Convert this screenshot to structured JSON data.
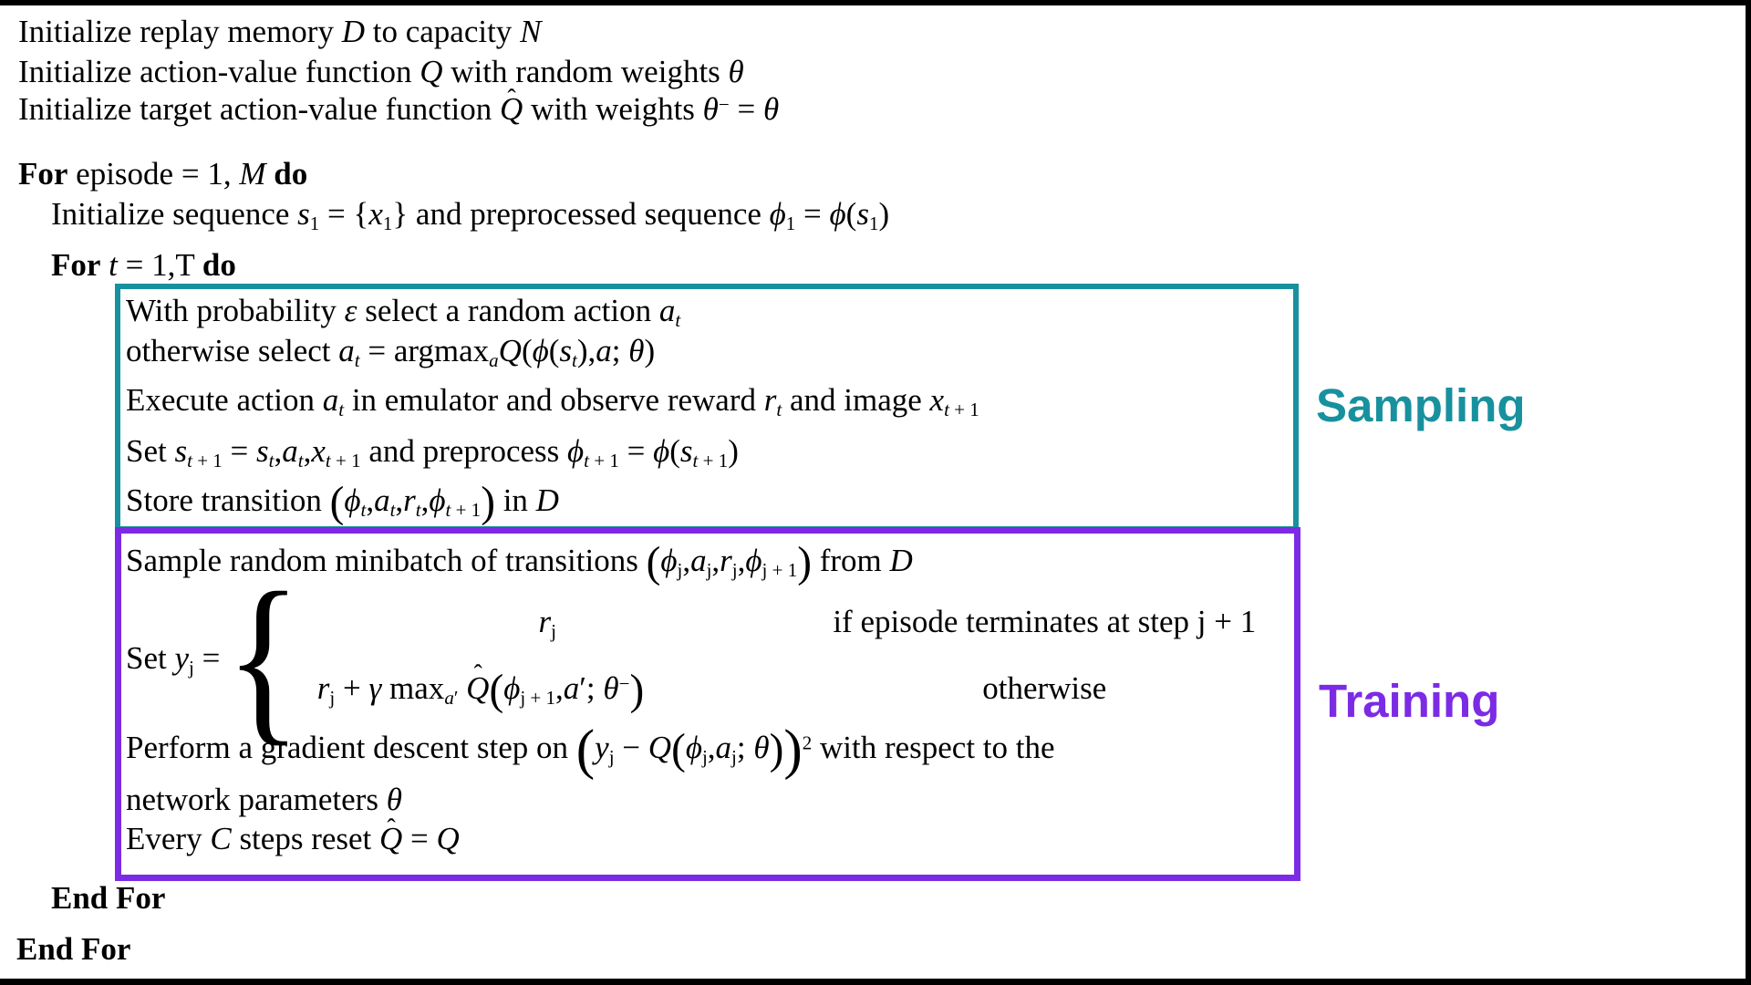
{
  "colors": {
    "sampling": "#18919E",
    "training": "#7C2BE5",
    "text": "#000000",
    "frame": "#000000"
  },
  "labels": {
    "sampling": "Sampling",
    "training": "Training"
  },
  "algorithm": {
    "lines": [
      {
        "html": "Initialize replay memory <i>D</i> to capacity <i>N</i>"
      },
      {
        "html": "Initialize action-value function <i>Q</i> with random weights <i>&#952;</i>"
      },
      {
        "html": "Initialize target action-value function <i class='hat'>Q<span class='hatg'>&#710;</span></i> with weights <i>&#952;</i><sup>&#8722;</sup> = <i>&#952;</i>"
      },
      {
        "html": "<b>For</b> episode = 1, <i>M</i> <b>do</b>"
      },
      {
        "html": "Initialize sequence <i>s</i><sub>1</sub> = {<i>x</i><sub>1</sub>} and preprocessed sequence <i>&#981;</i><sub>1</sub> = <i>&#981;</i>(<i>s</i><sub>1</sub>)"
      },
      {
        "html": "<b>For</b> <i>t</i> = 1,T <b>do</b>"
      },
      {
        "html": "With probability <i>&#949;</i> select a random action <i>a</i><sub><i>t</i></sub>"
      },
      {
        "html": "otherwise select <i>a</i><sub><i>t</i></sub> = argmax<sub><i>a</i></sub><i>Q</i>(<i>&#981;</i>(<i>s</i><sub><i>t</i></sub>),<i>a</i>; <i>&#952;</i>)"
      },
      {
        "html": "Execute action <i>a</i><sub><i>t</i></sub> in emulator and observe reward <i>r</i><sub><i>t</i></sub> and image <i>x</i><sub><i>t</i> + 1</sub>"
      },
      {
        "html": "Set <i>s</i><sub><i>t</i> + 1</sub> = <i>s</i><sub><i>t</i></sub>,<i>a</i><sub><i>t</i></sub>,<i>x</i><sub><i>t</i> + 1</sub> and preprocess <i>&#981;</i><sub><i>t</i> + 1</sub> = <i>&#981;</i>(<i>s</i><sub><i>t</i> + 1</sub>)"
      },
      {
        "html": "Store transition <span class='bp'>(</span><i>&#981;</i><sub><i>t</i></sub>,<i>a</i><sub><i>t</i></sub>,<i>r</i><sub><i>t</i></sub>,<i>&#981;</i><sub><i>t</i> + 1</sub><span class='bp'>)</span> in <i>D</i>"
      },
      {
        "html": "Sample random minibatch of transitions <span class='bp'>(</span><i>&#981;</i><sub>j</sub>,<i>a</i><sub>j</sub>,<i>r</i><sub>j</sub>,<i>&#981;</i><sub>j + 1</sub><span class='bp'>)</span> from <i>D</i>"
      },
      {
        "html": "Perform a gradient descent step on <span class='bp2'>(</span><i>y</i><sub>j</sub> &#8722; <i>Q</i><span class='bp'>(</span><i>&#981;</i><sub>j</sub>,<i>a</i><sub>j</sub>; <i>&#952;</i><span class='bp'>)</span><span class='bp2'>)</span><sup>2</sup> with respect to the"
      },
      {
        "html": "network parameters <i>&#952;</i>"
      },
      {
        "html": "Every <i>C</i> steps reset <i class='hat'>Q<span class='hatg'>&#710;</span></i> = <i>Q</i>"
      },
      {
        "html": "<b>End For</b>"
      },
      {
        "html": "<b>End For</b>"
      }
    ],
    "cases": {
      "lhs_html": "Set <i>y</i><sub>j</sub> =",
      "brace": "{",
      "rows": [
        {
          "value_html": "<i>r</i><sub>j</sub>",
          "cond_html": "if episode terminates at step j + 1"
        },
        {
          "value_html": "<i>r</i><sub>j</sub> + <i>&#947;</i> max<sub><i>a</i>&#8242;</sub> <i class='hat'>Q<span class='hatg'>&#710;</span></i><span class='bp'>(</span><i>&#981;</i><sub>j + 1</sub>,<i>a</i>&#8242;; <i>&#952;</i><sup>&#8722;</sup><span class='bp'>)</span>",
          "cond_html": "otherwise"
        }
      ]
    }
  }
}
